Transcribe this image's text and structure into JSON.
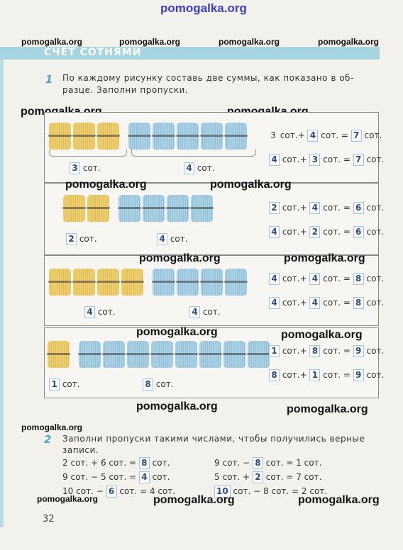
{
  "watermarks": {
    "top": "pomogalka.org",
    "row1": [
      "pomogalka.org",
      "pomogalka.org",
      "pomogalka.org",
      "pomogalka.org"
    ],
    "p1": [
      "pomogalka.org",
      "pomogalka.org"
    ],
    "p2": [
      "pomogalka.org",
      "pomogalka.org"
    ],
    "p3": [
      "pomogalka.org",
      "pomogalka.org"
    ],
    "p4": [
      "pomogalka.org",
      "pomogalka.org"
    ],
    "after": [
      "pomogalka.org",
      "pomogalka.org"
    ],
    "t2": "pomogalka.org",
    "bottom": [
      "pomogalka.org",
      "pomogalka.org",
      "pomogalka.org"
    ]
  },
  "heading": "СЧЁТ СОТНЯМИ",
  "task1": {
    "number": "1",
    "line1": "По каждому рисунку составь две суммы, как показано в об-",
    "line2": "разце. Заполни пропуски."
  },
  "unit": "сот.",
  "panels": [
    {
      "yellow": 3,
      "blue": 5,
      "cap_left": "3",
      "cap_right": "4",
      "eq1": [
        "3",
        "4",
        "7"
      ],
      "eq2": [
        "4",
        "3",
        "7"
      ]
    },
    {
      "yellow": 2,
      "blue": 4,
      "cap_left": "2",
      "cap_right": "4",
      "eq1": [
        "2",
        "4",
        "6"
      ],
      "eq2": [
        "4",
        "2",
        "6"
      ]
    },
    {
      "yellow": 4,
      "blue": 4,
      "cap_left": "4",
      "cap_right": "4",
      "eq1": [
        "4",
        "4",
        "8"
      ],
      "eq2": [
        "4",
        "4",
        "8"
      ]
    },
    {
      "yellow": 1,
      "blue": 8,
      "cap_left": "1",
      "cap_right": "8",
      "eq1": [
        "1",
        "8",
        "9"
      ],
      "eq2": [
        "8",
        "1",
        "9"
      ]
    }
  ],
  "task2": {
    "number": "2",
    "line1": "Заполни пропуски такими числами, чтобы получились верные",
    "line2": "записи.",
    "left": [
      {
        "a": "2",
        "op1": "+",
        "b": "6",
        "c": "8",
        "op2": "",
        "d": ""
      },
      {
        "a": "9",
        "op1": "−",
        "b": "5",
        "c": "4"
      },
      {
        "a": "10",
        "op1": "−",
        "b": "6",
        "c": "4"
      }
    ],
    "right": [
      {
        "a": "9",
        "op": "−",
        "b": "8",
        "c": "1"
      },
      {
        "a": "5",
        "op": "+",
        "b": "2",
        "c": "7"
      },
      {
        "a": "10",
        "op": "−",
        "b": "8",
        "c": "2"
      }
    ]
  },
  "page_number": "32",
  "colors": {
    "band": "#a6d5df",
    "yellow_bundle": "#f1cf6b",
    "blue_bundle": "#a8d2e8",
    "answer": "#2a4a8a"
  }
}
